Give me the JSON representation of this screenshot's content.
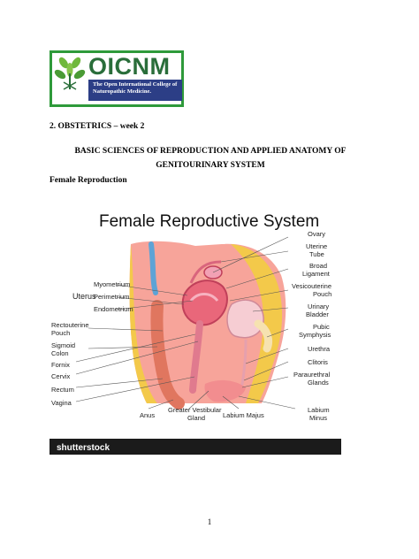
{
  "logo": {
    "name": "OICNM",
    "subtitle": "The Open International College of Naturopathic Medicine."
  },
  "section_heading": "2. OBSTETRICS – week 2",
  "title": "BASIC SCIENCES OF REPRODUCTION AND APPLIED ANATOMY OF GENITOURINARY SYSTEM",
  "subheading": "Female Reproduction",
  "figure": {
    "title": "Female Reproductive System",
    "left_labels": {
      "uterus": "Uterus",
      "myometrium": "Myometrium",
      "perimetrium": "Perimetrium",
      "endometrium": "Endometrium",
      "rectouterine_1": "Rectouterine",
      "rectouterine_2": "Pouch",
      "sigmoid_1": "Sigmoid",
      "sigmoid_2": "Colon",
      "fornix": "Fornix",
      "cervix": "Cervix",
      "rectum": "Rectum",
      "vagina": "Vagina"
    },
    "right_labels": {
      "ovary": "Ovary",
      "uterine_tube_1": "Uterine",
      "uterine_tube_2": "Tube",
      "broad_ligament_1": "Broad",
      "broad_ligament_2": "Ligament",
      "vesicouterine_1": "Vesicouterine",
      "vesicouterine_2": "Pouch",
      "bladder_1": "Urinary",
      "bladder_2": "Bladder",
      "pubic_1": "Pubic",
      "pubic_2": "Symphysis",
      "urethra": "Urethra",
      "clitoris": "Clitoris",
      "paraurethral_1": "Paraurethral",
      "paraurethral_2": "Glands",
      "labium_minus_1": "Labium",
      "labium_minus_2": "Minus"
    },
    "bottom_labels": {
      "anus": "Anus",
      "vestibular_1": "Greater Vestibular",
      "vestibular_2": "Gland",
      "labium_majus": "Labium Majus"
    },
    "watermark": "shutterstock"
  },
  "page_number": "1",
  "colors": {
    "logo_green": "#2e9a3a",
    "logo_blue": "#2c3e86",
    "tissue": "#f08c84",
    "fat": "#f3c94a",
    "footer_bar": "#1b1b1b"
  }
}
